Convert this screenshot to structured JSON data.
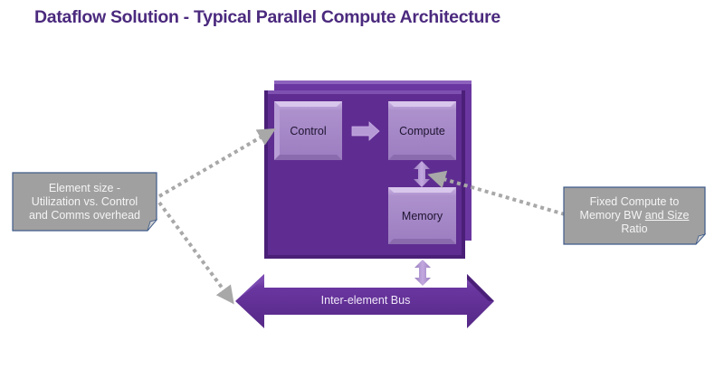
{
  "title": "Dataflow Solution - Typical Parallel Compute Architecture",
  "element": {
    "control_label": "Control",
    "compute_label": "Compute",
    "memory_label": "Memory"
  },
  "bus": {
    "label": "Inter-element Bus"
  },
  "notes": {
    "left": {
      "line1": "Element size -",
      "line2": "Utilization vs. Control",
      "line3": "and Comms overhead"
    },
    "right": {
      "line1": "Fixed Compute to",
      "line2_plain": "Memory BW ",
      "line2_underlined": "and Size",
      "line3": "Ratio"
    }
  },
  "colors": {
    "title": "#4b2a7e",
    "element_fill": "#5f2d91",
    "block_fill": "#a88cc9",
    "note_fill": "#a0a0a0",
    "note_border": "#3f5b8a",
    "connector": "#a8a8a8"
  }
}
